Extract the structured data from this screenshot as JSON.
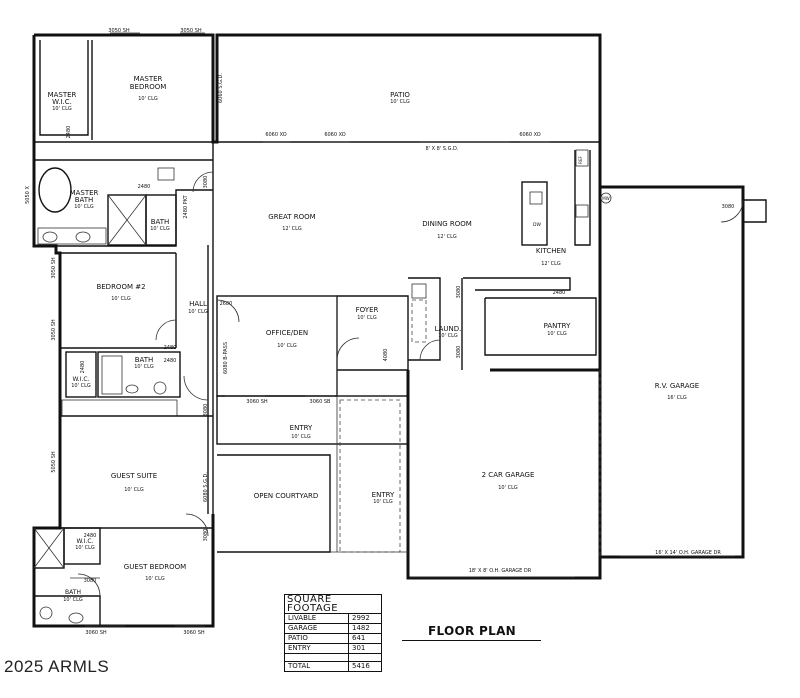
{
  "title": "FLOOR PLAN",
  "copyright": "2025 ARMLS",
  "rooms": {
    "master_wic": {
      "name": "MASTER W.I.C.",
      "line1": "MASTER",
      "line2": "W.I.C.",
      "ceiling": "10' CLG"
    },
    "master_bedroom": {
      "name": "MASTER BEDROOM",
      "line1": "MASTER",
      "line2": "BEDROOM",
      "ceiling": "10' CLG"
    },
    "patio": {
      "name": "PATIO",
      "ceiling": "10' CLG"
    },
    "master_bath": {
      "line1": "MASTER",
      "line2": "BATH",
      "ceiling": "10' CLG"
    },
    "master_bath_shower": {
      "name": "BATH",
      "ceiling": "10' CLG"
    },
    "great_room": {
      "name": "GREAT ROOM",
      "ceiling": "12' CLG"
    },
    "dining_room": {
      "name": "DINING ROOM",
      "ceiling": "12' CLG"
    },
    "kitchen": {
      "name": "KITCHEN",
      "ceiling": "12' CLG"
    },
    "bedroom2": {
      "name": "BEDROOM #2",
      "ceiling": "10' CLG"
    },
    "hall": {
      "name": "HALL",
      "ceiling": "10' CLG"
    },
    "office_den": {
      "name": "OFFICE/DEN",
      "ceiling": "10' CLG"
    },
    "foyer": {
      "name": "FOYER",
      "ceiling": "10' CLG"
    },
    "laundry": {
      "name": "LAUND.",
      "ceiling": "10' CLG"
    },
    "pantry": {
      "name": "PANTRY",
      "ceiling": "10' CLG"
    },
    "rv_garage": {
      "name": "R.V. GARAGE",
      "ceiling": "16' CLG"
    },
    "wic2": {
      "name": "W.I.C.",
      "ceiling": "10' CLG"
    },
    "bath2": {
      "name": "BATH",
      "ceiling": "10' CLG"
    },
    "entry_upper": {
      "name": "ENTRY",
      "ceiling": "10' CLG"
    },
    "guest_suite": {
      "name": "GUEST SUITE",
      "ceiling": "10' CLG"
    },
    "open_courtyard": {
      "name": "OPEN COURTYARD"
    },
    "entry_lower": {
      "name": "ENTRY",
      "ceiling": "10' CLG"
    },
    "two_car_garage": {
      "name": "2 CAR GARAGE",
      "ceiling": "10' CLG"
    },
    "guest_bedroom": {
      "name": "GUEST BEDROOM",
      "ceiling": "10' CLG"
    },
    "guest_wic": {
      "name": "W.I.C.",
      "ceiling": "10' CLG"
    },
    "guest_bath": {
      "name": "BATH",
      "ceiling": "10' CLG"
    }
  },
  "window_labels": {
    "w_top1": "3050 SH",
    "w_top2": "3050 SH",
    "w_patio_sgd": "6060 S.G.D.",
    "w_xo1": "6060 XO",
    "w_xo2": "6060 XO",
    "w_xo3": "6060 XO",
    "w_sgd_8": "8' X 8' S.G.D.",
    "w_5050x": "5050 X",
    "w_2480_wic": "2480",
    "w_2480_mb": "2480",
    "w_2480pkt": "2480 PKT",
    "w_3080_gr": "3080",
    "w_3050_b2a": "3050 SH",
    "w_3050_b2b": "3050 SH",
    "w_2680": "2680",
    "w_6080bp": "6080 B-PASS",
    "w_4080": "4080",
    "w_3080_laund1": "3080",
    "w_3080_laund2": "3080",
    "w_2480_kit": "2480",
    "w_2480_b1": "2480",
    "w_2480_b2": "2480",
    "w_2480_b3": "2480",
    "w_3060sh_entry": "3060 SH",
    "w_3060sb": "3060 SB",
    "w_3080_hall": "3080",
    "w_5050_gs": "5050 SH",
    "w_6080sgd": "6080 S.G.D.",
    "w_3080_gs": "3080",
    "w_2480_gb": "2480",
    "w_3080_gb": "3080",
    "w_3060sh_gb1": "3060 SH",
    "w_3060sh_gb2": "3060 SH",
    "w_garage_door_1": "18' X 8' O.H. GARAGE DR",
    "w_garage_door_2": "16' X 14' O.H. GARAGE DR",
    "w_3080_rv": "3080",
    "w_dw": "DW",
    "w_mw": "MW",
    "w_ref": "REF"
  },
  "square_footage": {
    "heading": "SQUARE FOOTAGE",
    "rows": [
      {
        "label": "LIVABLE",
        "value": "2992"
      },
      {
        "label": "GARAGE",
        "value": "1482"
      },
      {
        "label": "PATIO",
        "value": "641"
      },
      {
        "label": "ENTRY",
        "value": "301"
      }
    ],
    "total_label": "TOTAL",
    "total_value": "5416"
  }
}
